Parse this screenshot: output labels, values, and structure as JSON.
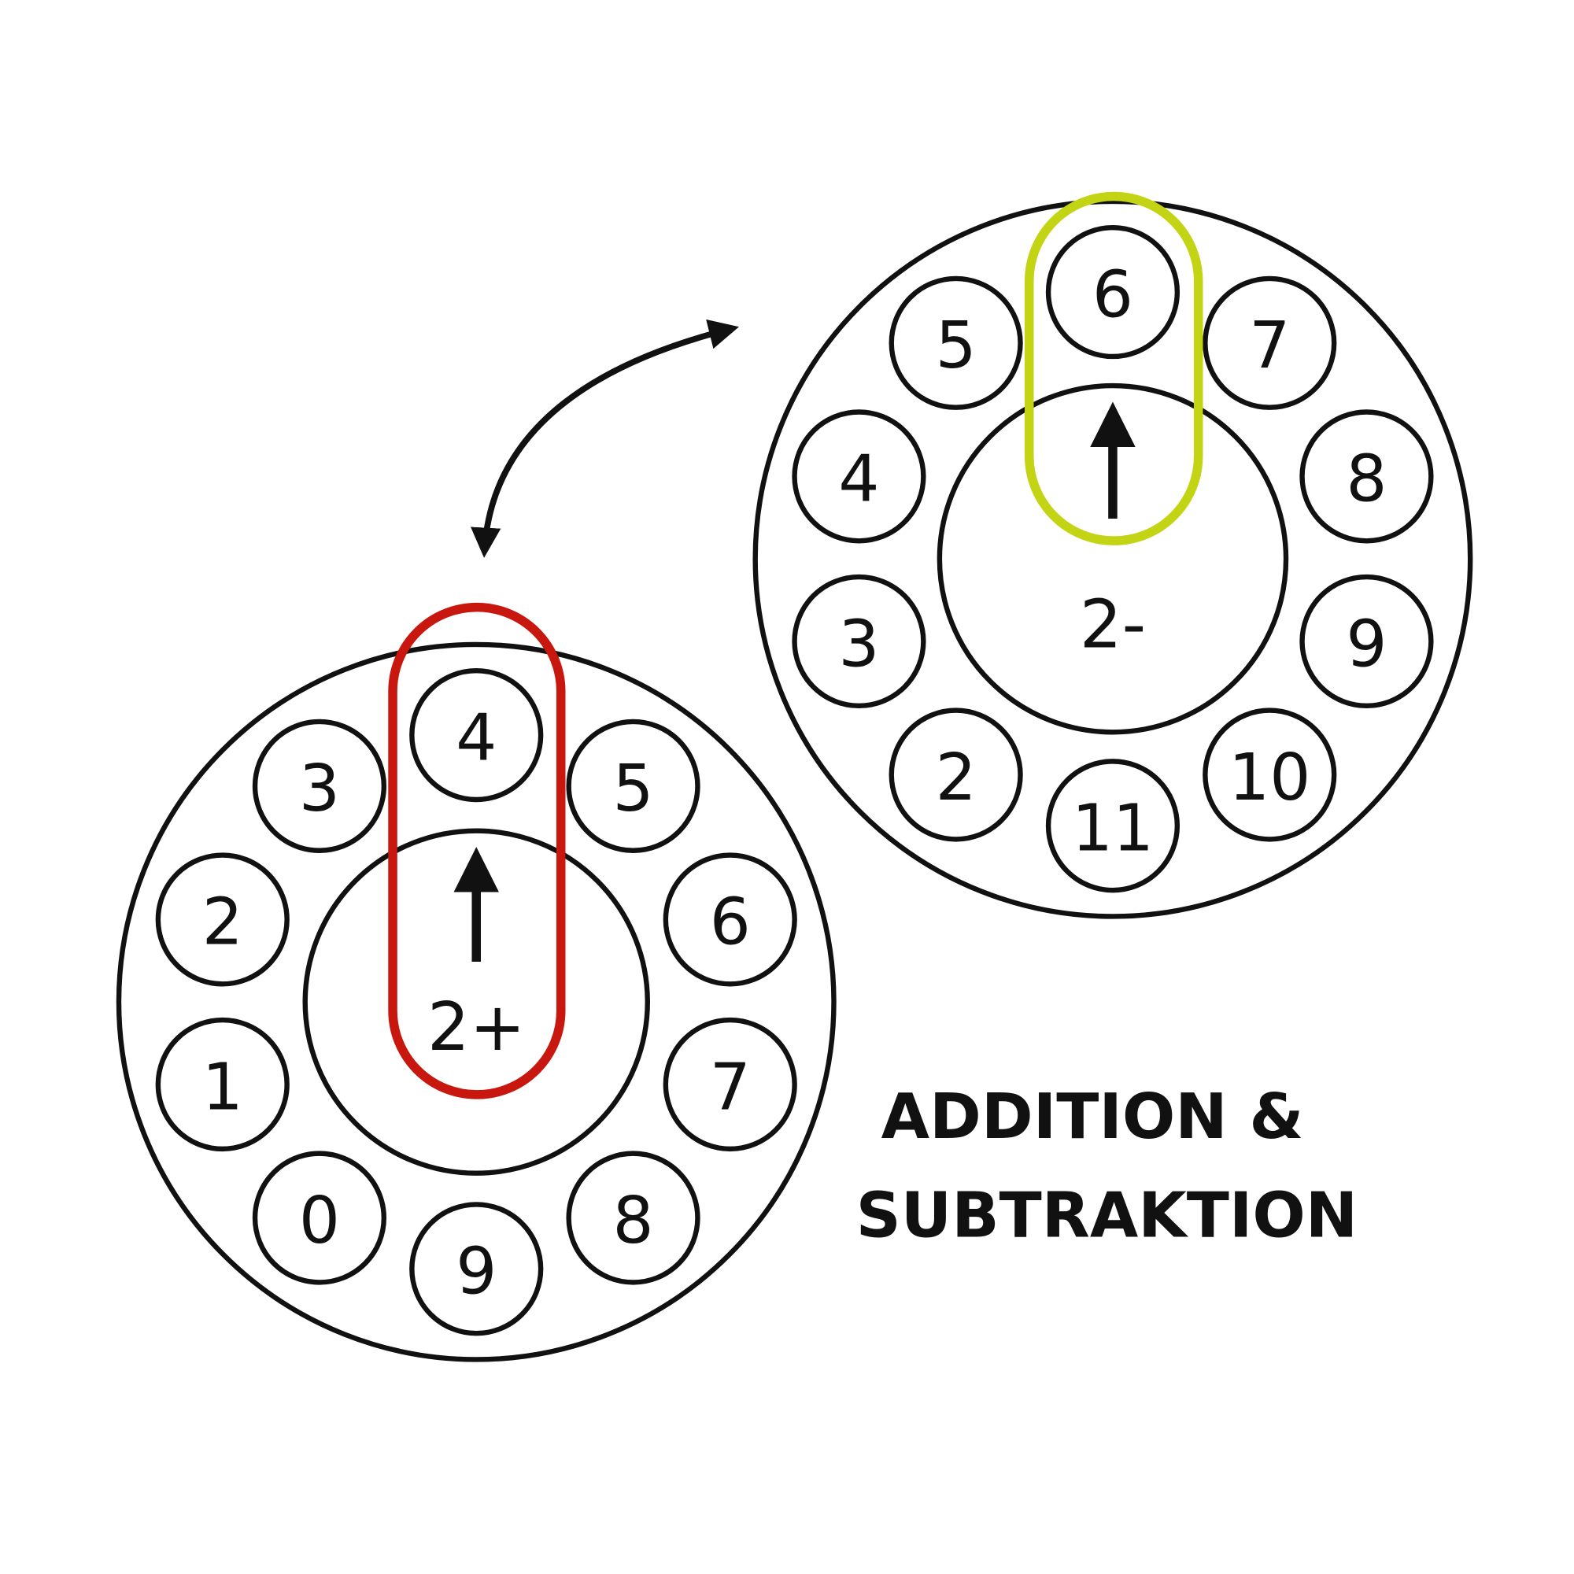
{
  "colors": {
    "ink": "#111111",
    "add_highlight": "#c8170f",
    "sub_highlight": "#c3d414"
  },
  "title_lines": [
    "ADDITION &",
    "SUBTRAKTION"
  ],
  "wheels": [
    {
      "id": "addition-wheel",
      "center_label": "2+",
      "numbers": [
        "4",
        "5",
        "6",
        "7",
        "8",
        "9",
        "0",
        "1",
        "2",
        "3"
      ],
      "highlighted": "4",
      "highlight_color": "#c8170f"
    },
    {
      "id": "subtraction-wheel",
      "center_label": "2-",
      "numbers": [
        "6",
        "7",
        "8",
        "9",
        "10",
        "11",
        "2",
        "3",
        "4",
        "5"
      ],
      "highlighted": "6",
      "highlight_color": "#c3d414"
    }
  ],
  "icons": {
    "swap": "curved-double-arrow-icon",
    "pointer": "up-arrow-icon"
  }
}
